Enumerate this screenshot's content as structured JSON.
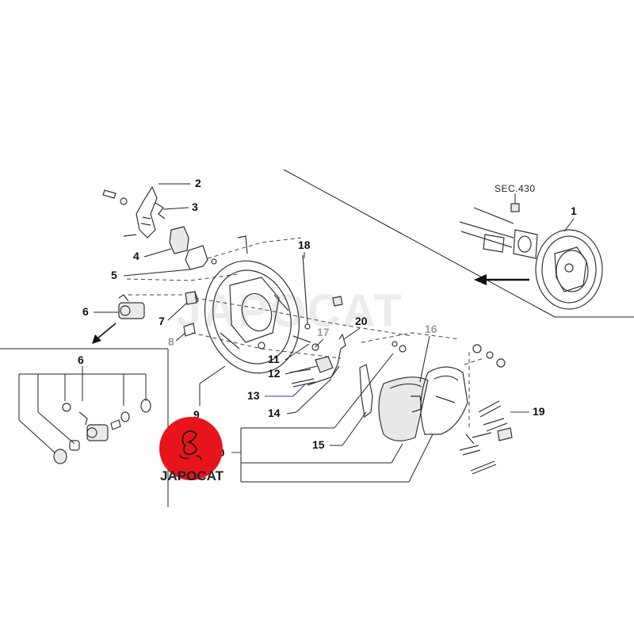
{
  "section_ref": "SEC.430",
  "watermark": "JAPOCAT",
  "logo_text": "JAPOCAT",
  "labels": {
    "p1": "1",
    "p2": "2",
    "p3": "3",
    "p4": "4",
    "p5": "5",
    "p6a": "6",
    "p6b": "6",
    "p7": "7",
    "p8": "8",
    "p9": "9",
    "p10": "10",
    "p11": "11",
    "p12": "12",
    "p13": "13",
    "p14": "14",
    "p15": "15",
    "p16": "16",
    "p17": "17",
    "p18": "18",
    "p19": "19",
    "p20": "20"
  },
  "colors": {
    "logo_red": "#e8141b",
    "ink": "#222222",
    "label_grey": "#9a9a9a"
  }
}
